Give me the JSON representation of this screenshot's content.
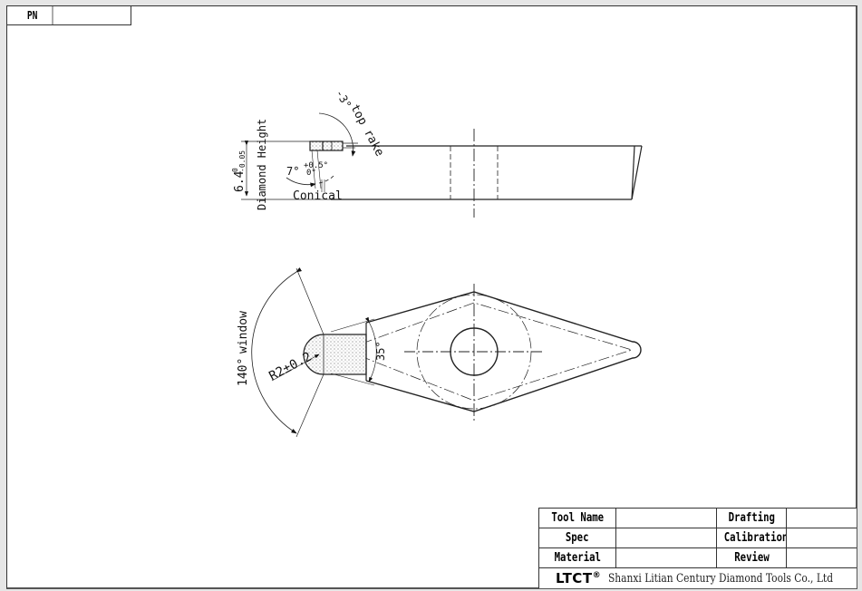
{
  "pn_box": {
    "label": "PN",
    "value": ""
  },
  "side_view": {
    "angle_top_rake": "-3°",
    "label_top_rake": "top rake",
    "height_dim": "6.4",
    "height_tol_upper": "0",
    "height_tol_lower": "-0.05",
    "label_diamond_height": "Diamond Height",
    "clearance_angle": "7°",
    "clearance_tol_upper": "+0.5°",
    "clearance_tol_lower": "0°",
    "label_conical": "Conical"
  },
  "top_view": {
    "window_angle": "140°",
    "label_window": "window",
    "radius_dim": "R2±0.2",
    "included_angle": "35°"
  },
  "title_block": {
    "rows": [
      {
        "label": "Tool Name",
        "value": "",
        "label2": "Drafting",
        "value2": ""
      },
      {
        "label": "Spec",
        "value": "",
        "label2": "Calibration",
        "value2": ""
      },
      {
        "label": "Material",
        "value": "",
        "label2": "Review",
        "value2": ""
      }
    ],
    "logo": "LTCT",
    "logo_mark": "®",
    "company": "Shanxi Litian Century Diamond Tools Co., Ltd"
  }
}
